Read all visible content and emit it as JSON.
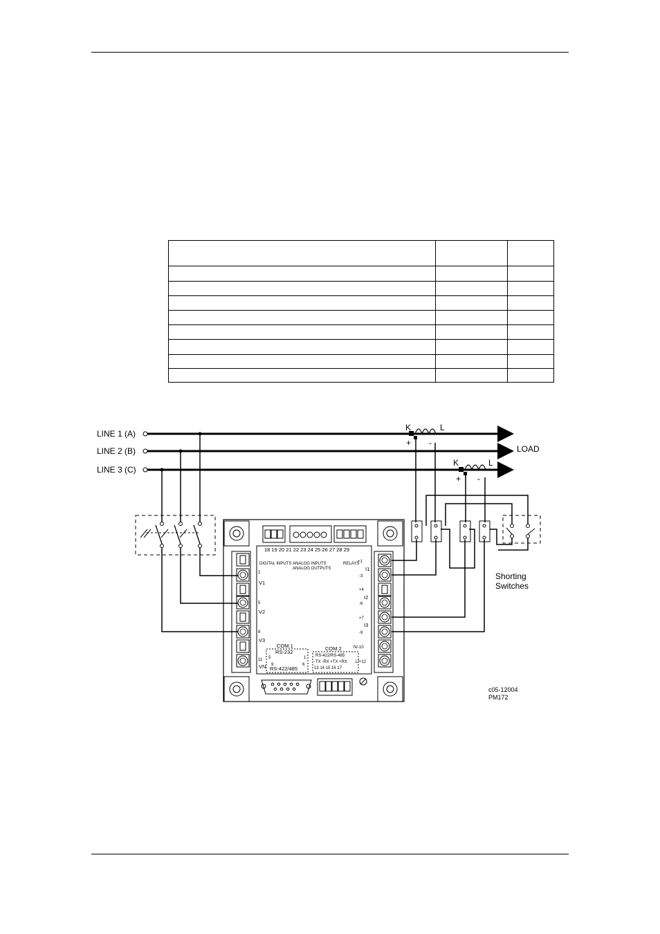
{
  "diagram": {
    "lines": [
      "LINE 1  (A)",
      "LINE 2  (B)",
      "LINE 3  (C)"
    ],
    "load": "LOAD",
    "ct_labels": {
      "k": "K",
      "l": "L",
      "plus": "+",
      "minus": "-"
    },
    "shorting_switches": [
      "Shorting",
      "Switches"
    ],
    "meter": {
      "voltage_terminals": [
        "2",
        "V1",
        "5",
        "V2",
        "8",
        "V3",
        "11",
        "VN"
      ],
      "current_terminals": [
        "+1",
        "I1",
        "-3",
        "+4",
        "I2",
        "-6",
        "+7",
        "I3",
        "-9",
        "N/-10",
        "L/+12"
      ],
      "top_terminal_numbers": "18 19 20   21 22 23 24 25   26 27 28 29",
      "digital_inputs": "DIGITAL INPUTS",
      "analog_inputs": "ANALOG INPUTS",
      "analog_outputs": "ANALOG OUTPUTS",
      "relays": "RELAYS",
      "com1": "COM.1",
      "com1_rs232": "RS-232",
      "com1_rs422": "RS-422/485",
      "com1_pins": [
        "5",
        "9",
        "6",
        "1"
      ],
      "com2": "COM.2",
      "com2_mode": "RS-422/RS-485",
      "com2_pins_label": "-TX -RX +TX +RX",
      "com2_numbers": "13 14 15 16 17"
    },
    "figure_id": "c05-12004",
    "model": "PM172"
  }
}
